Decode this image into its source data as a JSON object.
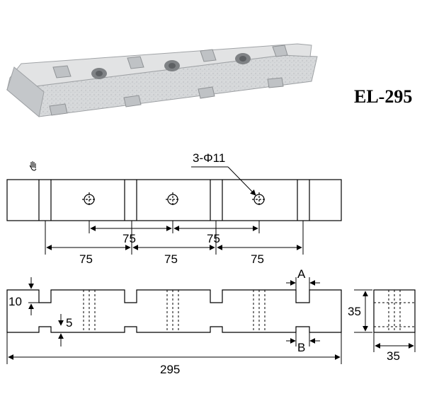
{
  "model": "EL-295",
  "callouts": {
    "holes": "3-Φ11",
    "pitch_top_1": "75",
    "pitch_top_2": "75",
    "pitch_bottom_1": "75",
    "pitch_bottom_2": "75",
    "pitch_bottom_3": "75",
    "height": "35",
    "width": "35",
    "length": "295",
    "slot_depth": "10",
    "groove_depth": "5",
    "detail_a": "A",
    "detail_b": "B"
  },
  "colors": {
    "stone": "#d4d6d8",
    "stone_dark": "#aeb1b4",
    "line": "#000000"
  },
  "icons": [
    "hand-cursor-icon"
  ]
}
